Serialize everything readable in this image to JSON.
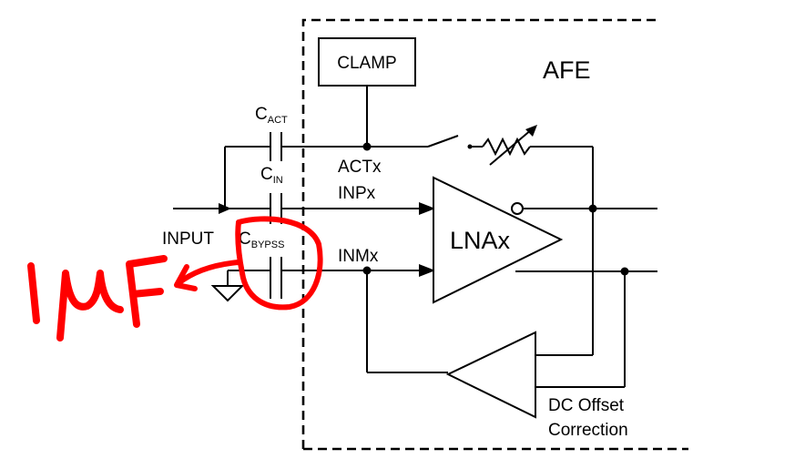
{
  "diagram": {
    "block_title": "AFE",
    "clamp_label": "CLAMP",
    "amp_label": "LNAx",
    "dc_offset_line1": "DC Offset",
    "dc_offset_line2": "Correction",
    "nodes": {
      "act": "ACTx",
      "inp": "INPx",
      "inm": "INMx",
      "input": "INPUT"
    },
    "capacitors": {
      "act": {
        "main": "C",
        "sub": "ACT"
      },
      "in": {
        "main": "C",
        "sub": "IN"
      },
      "bypass": {
        "main": "C",
        "sub": "BYPSS"
      }
    },
    "annotation": {
      "text": "1μF",
      "color": "#ff0000"
    }
  }
}
